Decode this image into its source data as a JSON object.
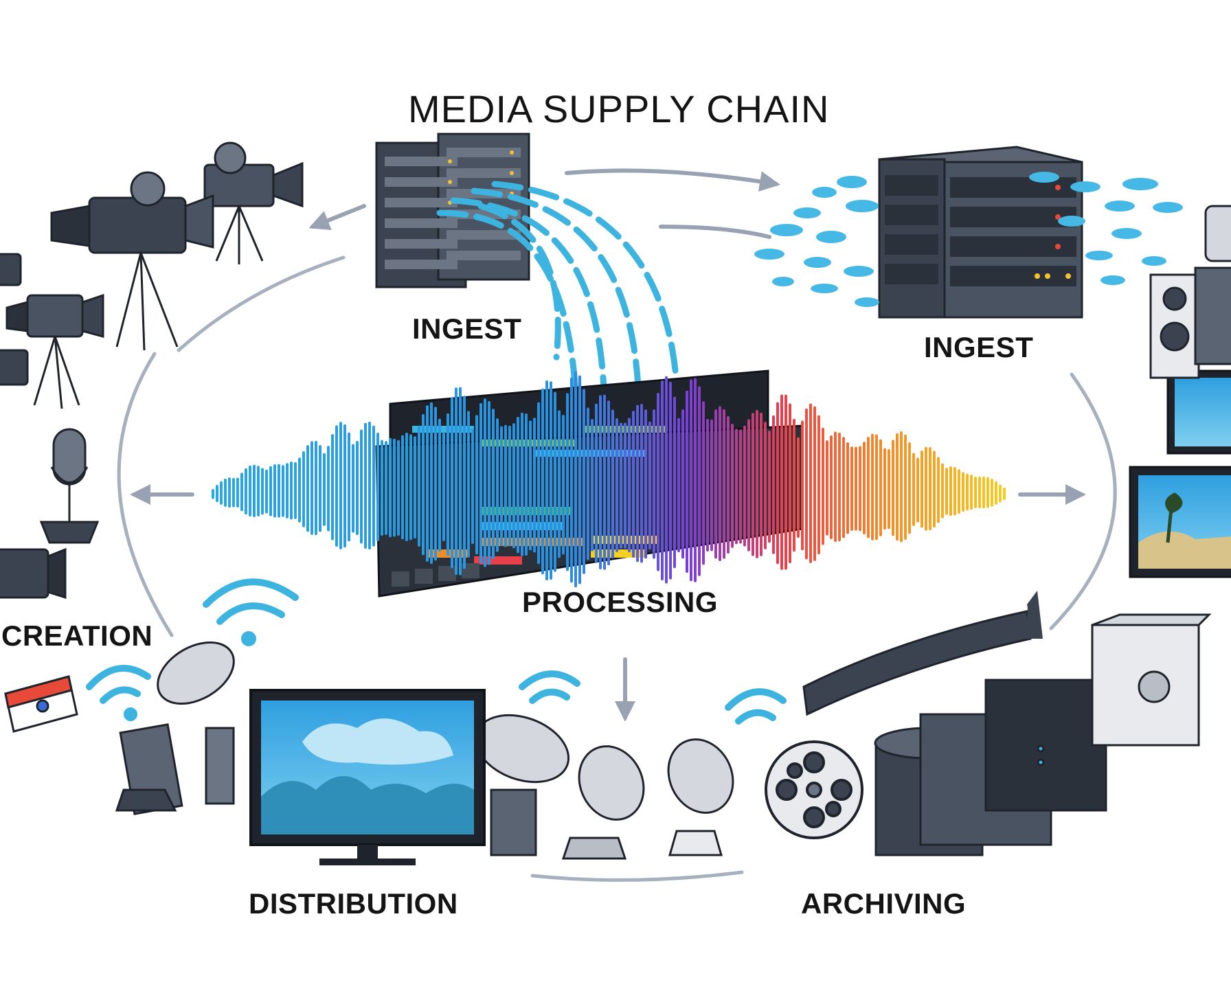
{
  "title": "MEDIA SUPPLY CHAIN",
  "stages": {
    "ingest_left": "INGEST",
    "ingest_right": "INGEST",
    "processing": "PROCESSING",
    "creation": "CREATION",
    "distribution": "DISTRIBUTION",
    "archiving": "ARCHIVING"
  },
  "colors": {
    "ink": "#141414",
    "flow_gray": "#98a2b3",
    "hardware_dark": "#3b4350",
    "hardware_light": "#5a6472",
    "data_cyan": "#3db3e0",
    "wave_blue": "#2aa8e0",
    "wave_purple": "#7a3fd6",
    "wave_red": "#e8404a",
    "wave_orange": "#f08c2a",
    "wave_yellow": "#f5d020",
    "screen_sky": "#45b4e8",
    "screen_mountain": "#2f8fb8"
  },
  "icons": [
    "server-rack-icon",
    "storage-server-icon",
    "film-camera-icon",
    "microphone-icon",
    "satellite-dish-icon",
    "wifi-signal-icon",
    "tv-monitor-icon",
    "film-reel-icon",
    "film-strip-icon",
    "hard-drive-icon",
    "editing-console-icon",
    "flag-icon"
  ]
}
